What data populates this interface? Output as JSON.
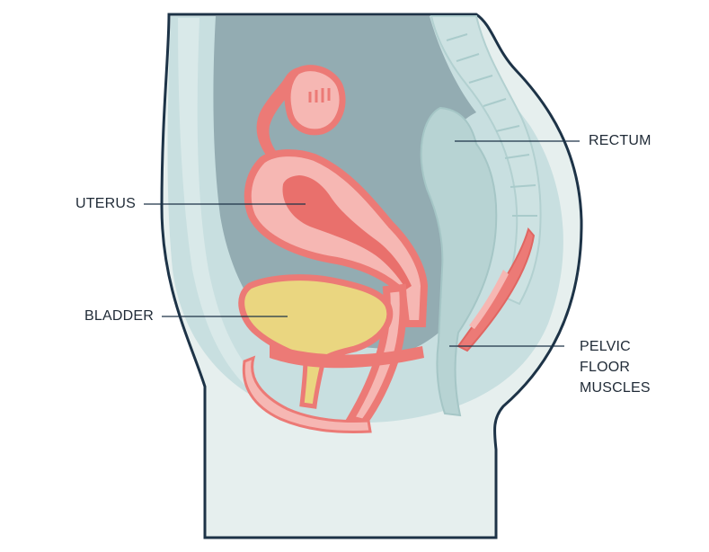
{
  "labels": {
    "rectum": "RECTUM",
    "uterus": "UTERUS",
    "bladder": "BLADDER",
    "pelvic_floor": [
      "PELVIC",
      "FLOOR",
      "MUSCLES"
    ]
  },
  "colors": {
    "outline": "#1d3347",
    "body_fill": "#e6efee",
    "pelvis_fill": "#c8dfe0",
    "cavity_fill": "#93acb2",
    "spine_fill": "#cde2e2",
    "organ_red": "#ec7a76",
    "organ_pink": "#f6b7b3",
    "uterus_cavity": "#e9706c",
    "bladder_fill": "#ead680",
    "leader": "#1d3347"
  }
}
